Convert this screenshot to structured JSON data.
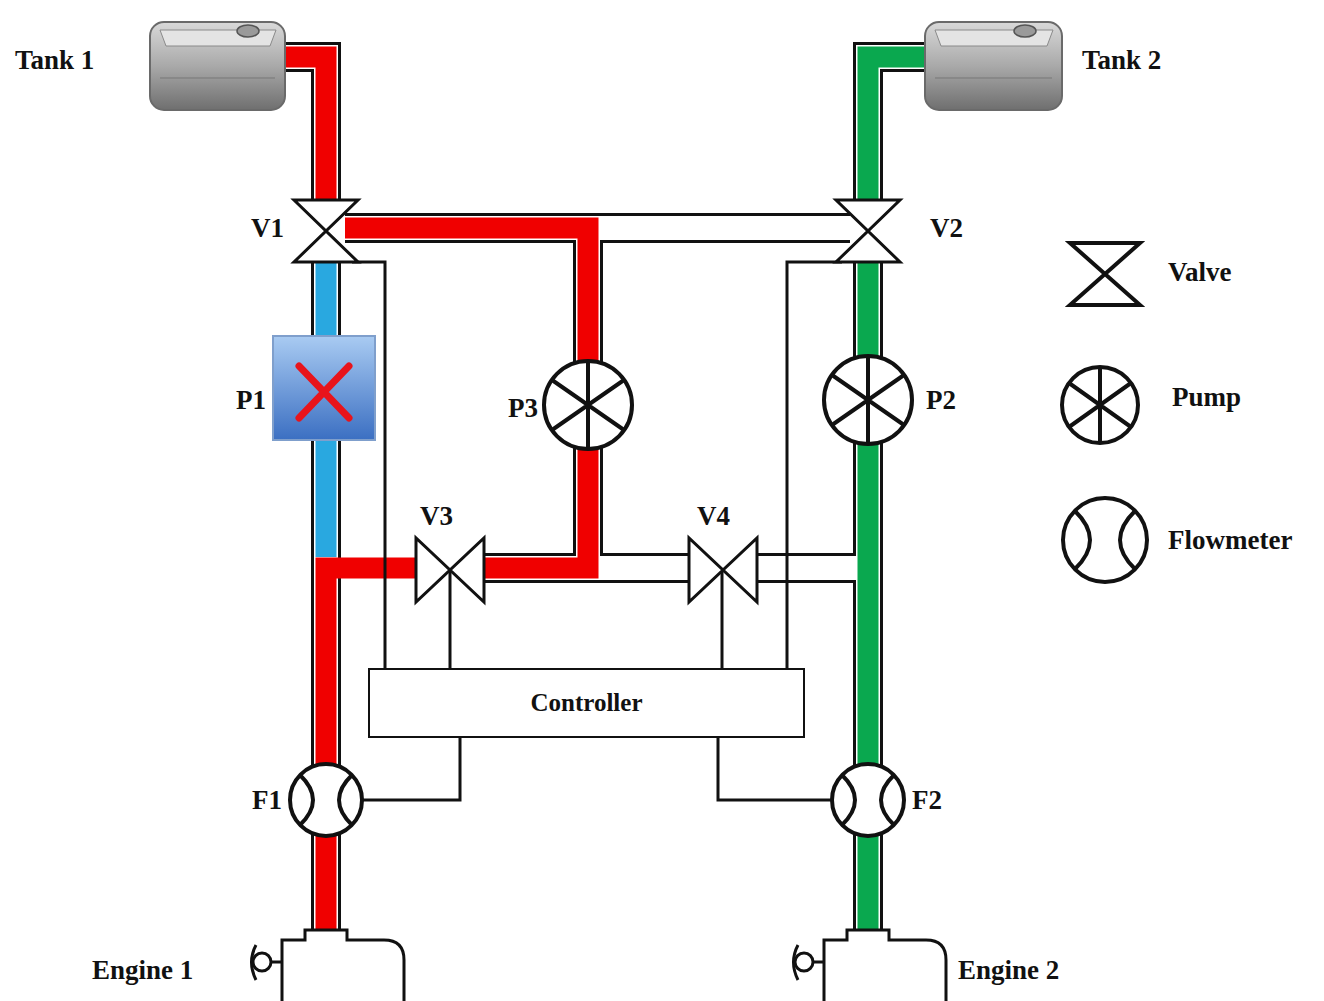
{
  "diagram": {
    "nodes": [
      {
        "text": [
          "Controller"
        ]
      }
    ],
    "labels": [
      "Tank 1",
      "Tank 2",
      "V1",
      "V2",
      "P1",
      "P3",
      "P2",
      "V3",
      "V4",
      "F1",
      "F2",
      "Engine 1",
      "Engine 2"
    ],
    "legend": [
      {
        "text": "Valve"
      },
      {
        "text": "Pump"
      },
      {
        "text": "Flowmeter"
      }
    ]
  }
}
